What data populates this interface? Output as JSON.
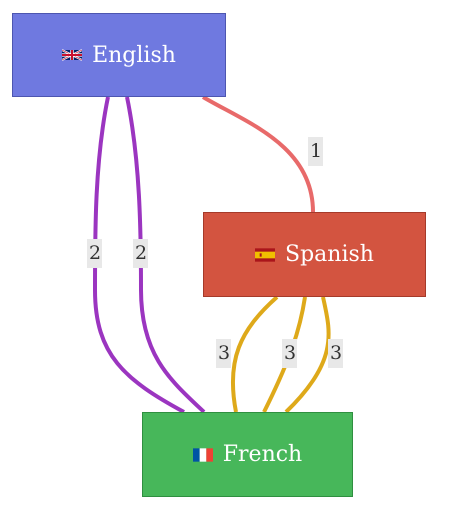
{
  "diagram": {
    "nodes": [
      {
        "id": "english",
        "label": "English",
        "flag_icon": "uk-flag-icon",
        "color": "#6f79e0"
      },
      {
        "id": "spanish",
        "label": "Spanish",
        "flag_icon": "spain-flag-icon",
        "color": "#d35440"
      },
      {
        "id": "french",
        "label": "French",
        "flag_icon": "france-flag-icon",
        "color": "#47b75a"
      }
    ],
    "edges": [
      {
        "from": "english",
        "to": "spanish",
        "label": "1",
        "color": "#e86a6a"
      },
      {
        "from": "english",
        "to": "french",
        "label": "2",
        "color": "#9b35c0"
      },
      {
        "from": "english",
        "to": "french",
        "label": "2",
        "color": "#9b35c0"
      },
      {
        "from": "spanish",
        "to": "french",
        "label": "3",
        "color": "#dea91a"
      },
      {
        "from": "spanish",
        "to": "french",
        "label": "3",
        "color": "#dea91a"
      },
      {
        "from": "spanish",
        "to": "french",
        "label": "3",
        "color": "#dea91a"
      }
    ]
  }
}
